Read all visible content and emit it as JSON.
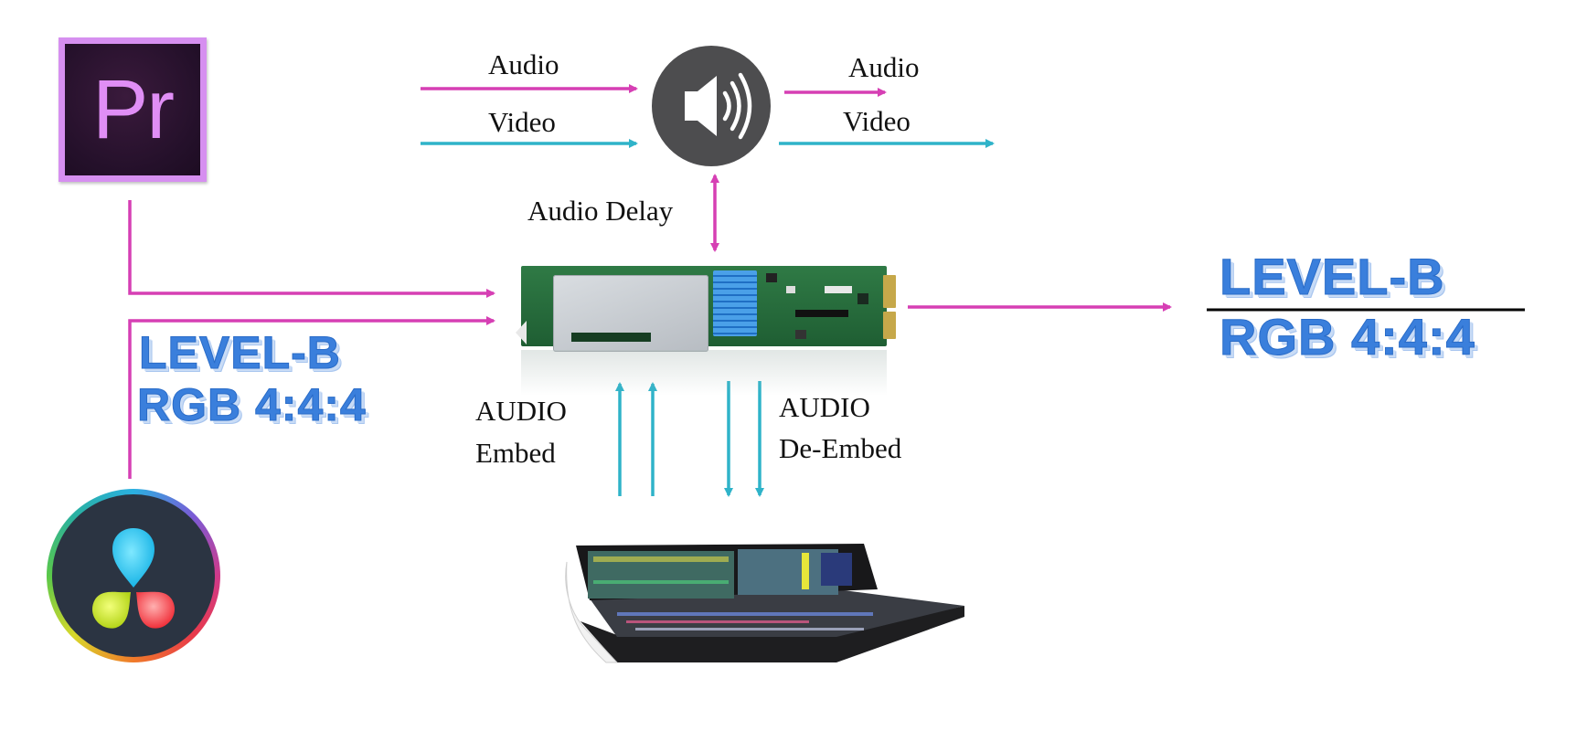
{
  "diagram": {
    "colors": {
      "audio": "#d63fb4",
      "video": "#2fb3c9",
      "level_text": "#3a7fdc",
      "rule": "#000000"
    },
    "sources": {
      "premiere": {
        "icon": "adobe-premiere-icon",
        "glyph": "Pr"
      },
      "resolve": {
        "icon": "davinci-resolve-icon"
      }
    },
    "speaker": {
      "icon": "speaker-icon",
      "inputs": {
        "audio_label": "Audio",
        "video_label": "Video"
      },
      "outputs": {
        "audio_label": "Audio",
        "video_label": "Video"
      },
      "delay_label": "Audio Delay"
    },
    "card": {
      "icon": "processing-card-image"
    },
    "mixer": {
      "icon": "audio-mixing-console-image"
    },
    "embed": {
      "line1": "AUDIO",
      "line2": "Embed"
    },
    "deembed": {
      "line1": "AUDIO",
      "line2": "De-Embed"
    },
    "input_format": {
      "line1": "LEVEL-B",
      "line2": "RGB 4:4:4"
    },
    "output_format": {
      "line1": "LEVEL-B",
      "line2": "RGB 4:4:4"
    }
  }
}
